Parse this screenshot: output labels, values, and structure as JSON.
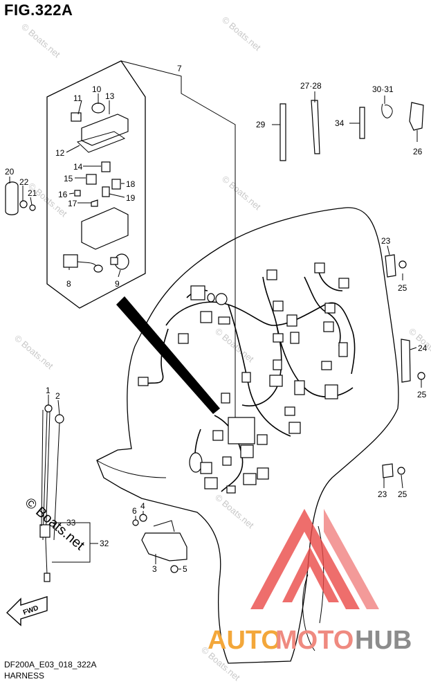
{
  "figure": {
    "title": "FIG.322A",
    "code": "DF200A_E03_018_322A",
    "name": "HARNESS"
  },
  "watermarks": {
    "site": "© Boats.net",
    "big": "© Boats.net"
  },
  "brand": {
    "part1": "AUTO",
    "part2": "MOTO",
    "part3": "HUB",
    "color_auto": "#f3a73a",
    "color_moto": "#ef8a80",
    "color_hub": "#8c8c8c",
    "logo_color": "#ea4a48"
  },
  "fwd_label": "FWD",
  "callouts": [
    "1",
    "2",
    "3",
    "4",
    "5",
    "6",
    "7",
    "8",
    "9",
    "10",
    "11",
    "12",
    "13",
    "14",
    "15",
    "16",
    "17",
    "18",
    "19",
    "20",
    "21",
    "22",
    "23",
    "23",
    "24",
    "25",
    "25",
    "25",
    "26",
    "27·28",
    "29",
    "30·31",
    "32",
    "33",
    "34"
  ]
}
